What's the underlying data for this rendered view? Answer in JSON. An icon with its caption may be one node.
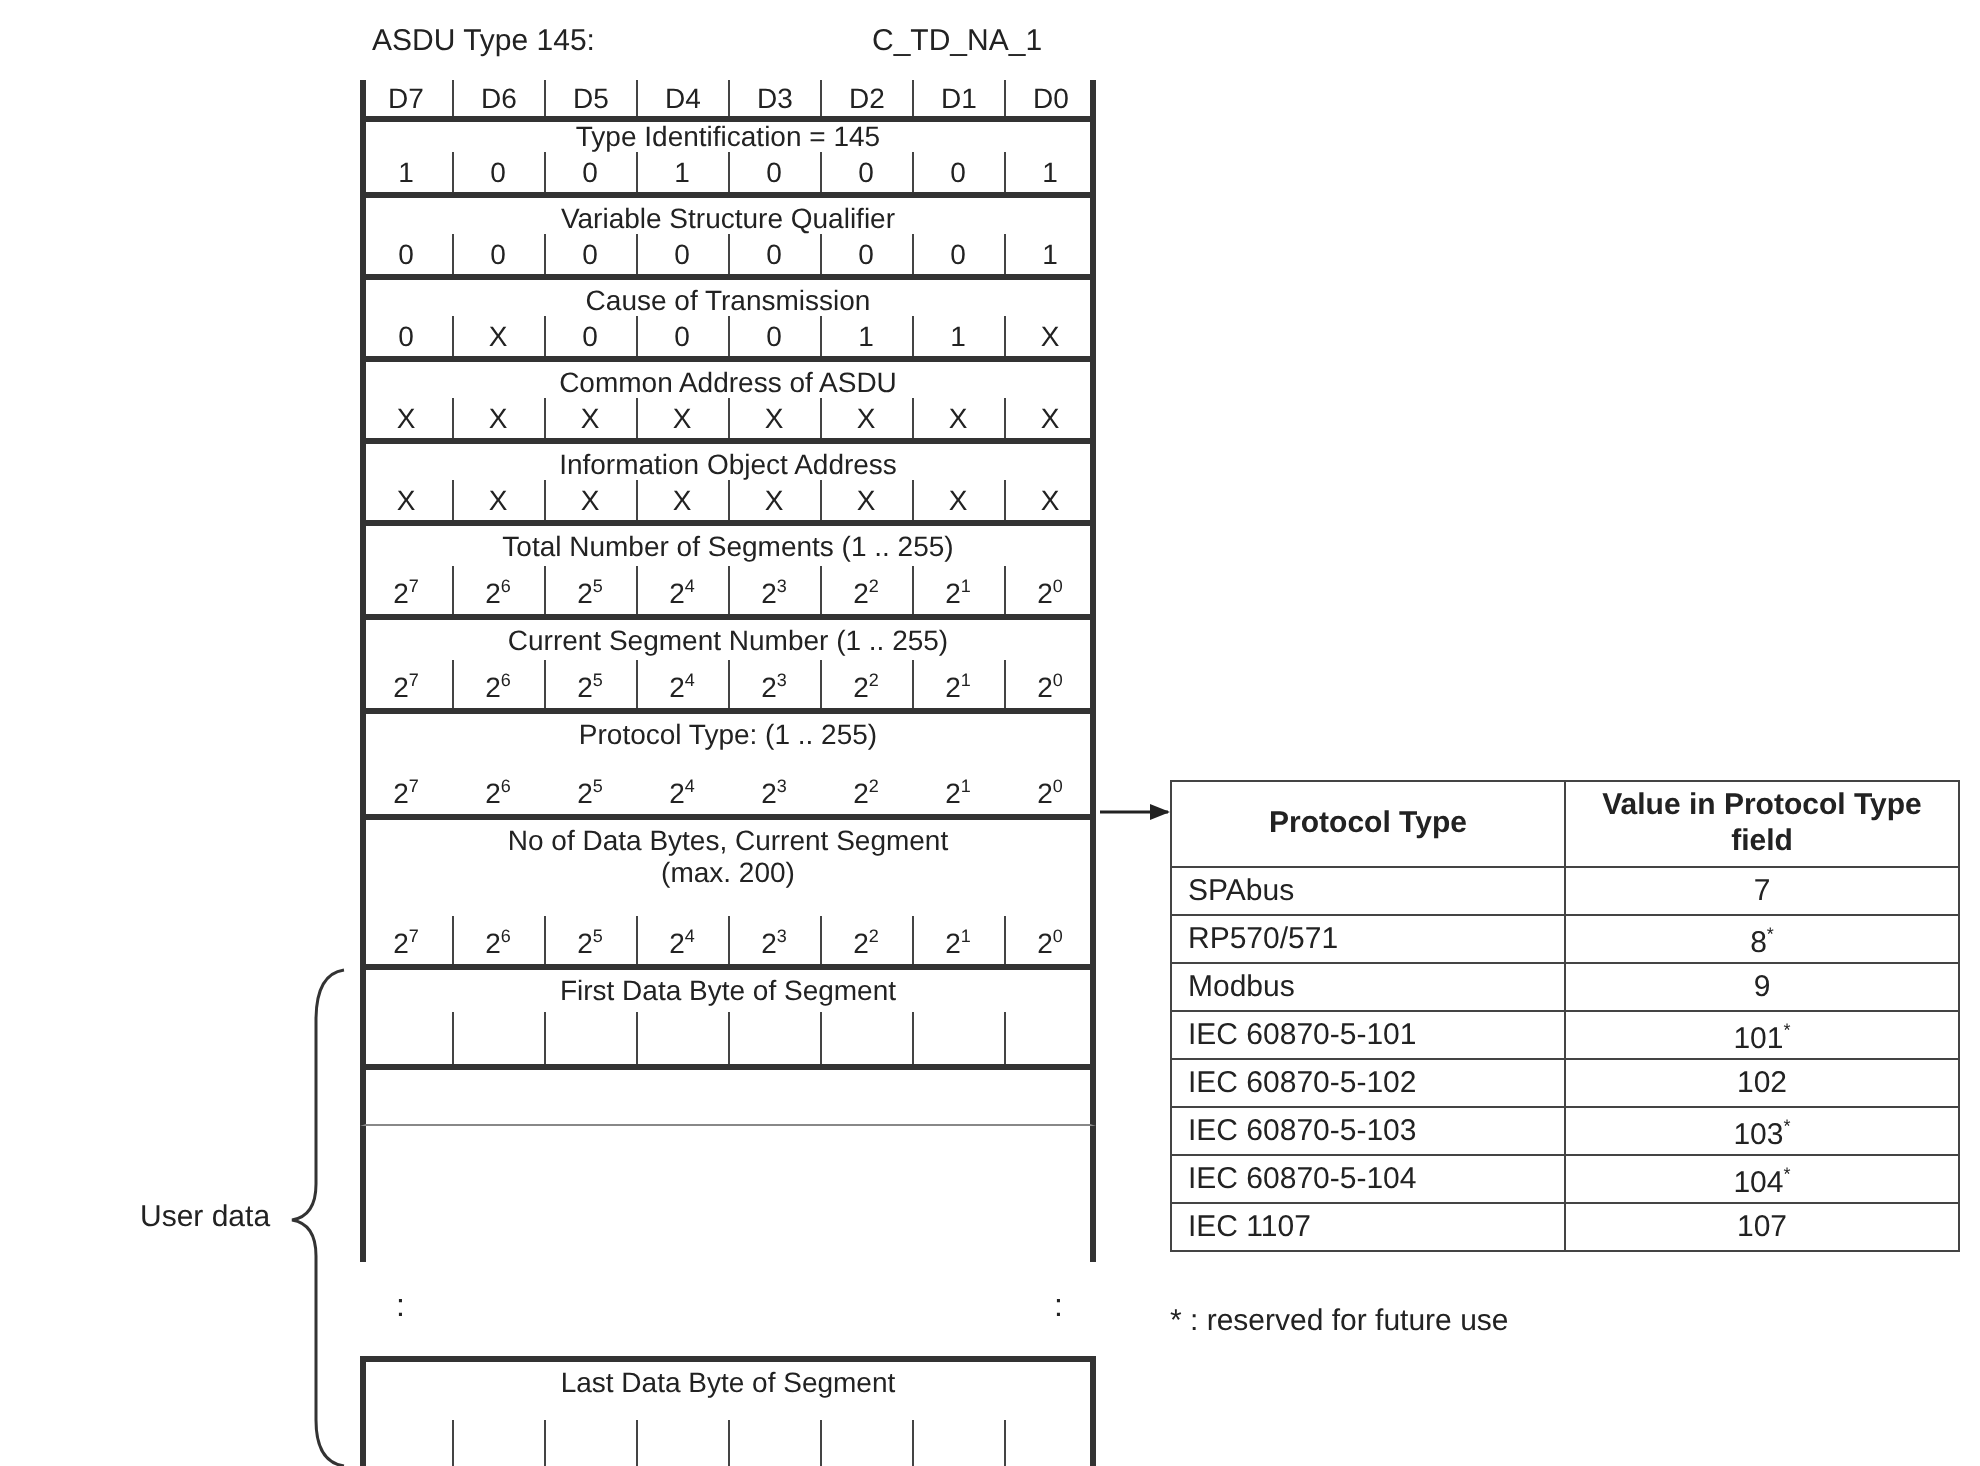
{
  "diagram": {
    "nodes": [
      {
        "text": [
          "Type Identification = 145",
          "1",
          "0",
          "0",
          "1",
          "0",
          "0",
          "0",
          "1"
        ]
      },
      {
        "text": [
          "Variable Structure Qualifier",
          "0",
          "0",
          "0",
          "0",
          "0",
          "0",
          "0",
          "1"
        ]
      },
      {
        "text": [
          "Cause of Transmission",
          "0",
          "X",
          "0",
          "0",
          "0",
          "1",
          "1",
          "X"
        ]
      },
      {
        "text": [
          "Common Address of ASDU",
          "X",
          "X",
          "X",
          "X",
          "X",
          "X",
          "X",
          "X"
        ]
      },
      {
        "text": [
          "Information Object Address",
          "X",
          "X",
          "X",
          "X",
          "X",
          "X",
          "X",
          "X"
        ]
      },
      {
        "text": [
          "Total Number of Segments (1 .. 255)",
          "2$^{7}$",
          "2$^{6}$",
          "2$^{5}$",
          "2$^{4}$",
          "2$^{3}$",
          "2$^{2}$",
          "2$^{1}$",
          "2$^{0}$"
        ]
      },
      {
        "text": [
          "Current Segment Number (1 .. 255)",
          "2$^{7}$",
          "2$^{6}$",
          "2$^{5}$",
          "2$^{4}$",
          "2$^{3}$",
          "2$^{2}$",
          "2$^{1}$",
          "2$^{0}$"
        ]
      },
      {
        "text": [
          "Protocol Type: (1 .. 255)",
          "2$^{7}$",
          "2$^{6}$",
          "2$^{5}$",
          "2$^{4}$",
          "2$^{3}$",
          "2$^{2}$",
          "2$^{1}$",
          "2$^{0}$"
        ]
      },
      {
        "text": [
          "No of Data Bytes, Current Segment (max. 200)",
          "2$^{7}$",
          "2$^{6}$",
          "2$^{5}$",
          "2$^{4}$",
          "2$^{3}$",
          "2$^{2}$",
          "2$^{1}$",
          "2$^{0}$"
        ]
      },
      {
        "text": [
          "First Data Byte of Segment"
        ]
      },
      {
        "text": [],
        "shape": "box"
      },
      {
        "text": [
          "Last Data Byte of Segment"
        ]
      },
      {
        "text": [
          "Protocol Type",
          "Value in Protocol Type field",
          "SPAbus",
          "7",
          "RP570/571",
          "8$^{*}$",
          "Modbus",
          "9",
          "IEC 60870-5-101",
          "101$^{*}$",
          "IEC 60870-5-102",
          "102",
          "IEC 60870-5-103",
          "103$^{*}$",
          "IEC 60870-5-104",
          "104$^{*}$",
          "IEC 1107",
          "107"
        ]
      }
    ],
    "edges": [
      {
        "from": 7,
        "to": 12,
        "arrow": "to"
      }
    ],
    "labels": [
      "ASDU Type 145:",
      "C_TD_NA_1",
      "D7",
      "D6",
      "D5",
      "D4",
      "D3",
      "D2",
      "D1",
      "D0",
      ":",
      ":",
      "User data",
      "* : reserved for future use"
    ]
  }
}
